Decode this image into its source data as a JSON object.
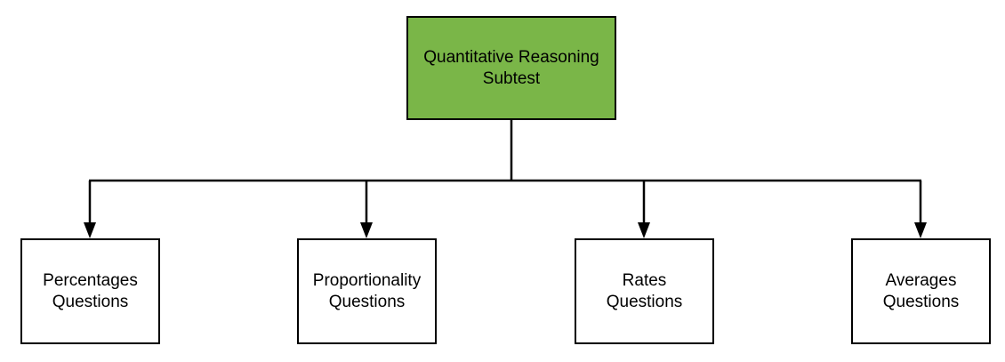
{
  "diagram": {
    "root": {
      "label": "Quantitative Reasoning\nSubtest",
      "fill_color": "#7ab648"
    },
    "children": [
      {
        "label": "Percentages\nQuestions"
      },
      {
        "label": "Proportionality\nQuestions"
      },
      {
        "label": "Rates\nQuestions"
      },
      {
        "label": "Averages\nQuestions"
      }
    ],
    "edges": [
      {
        "from": "root",
        "to": 0
      },
      {
        "from": "root",
        "to": 1
      },
      {
        "from": "root",
        "to": 2
      },
      {
        "from": "root",
        "to": 3
      }
    ],
    "line_color": "#000000"
  }
}
